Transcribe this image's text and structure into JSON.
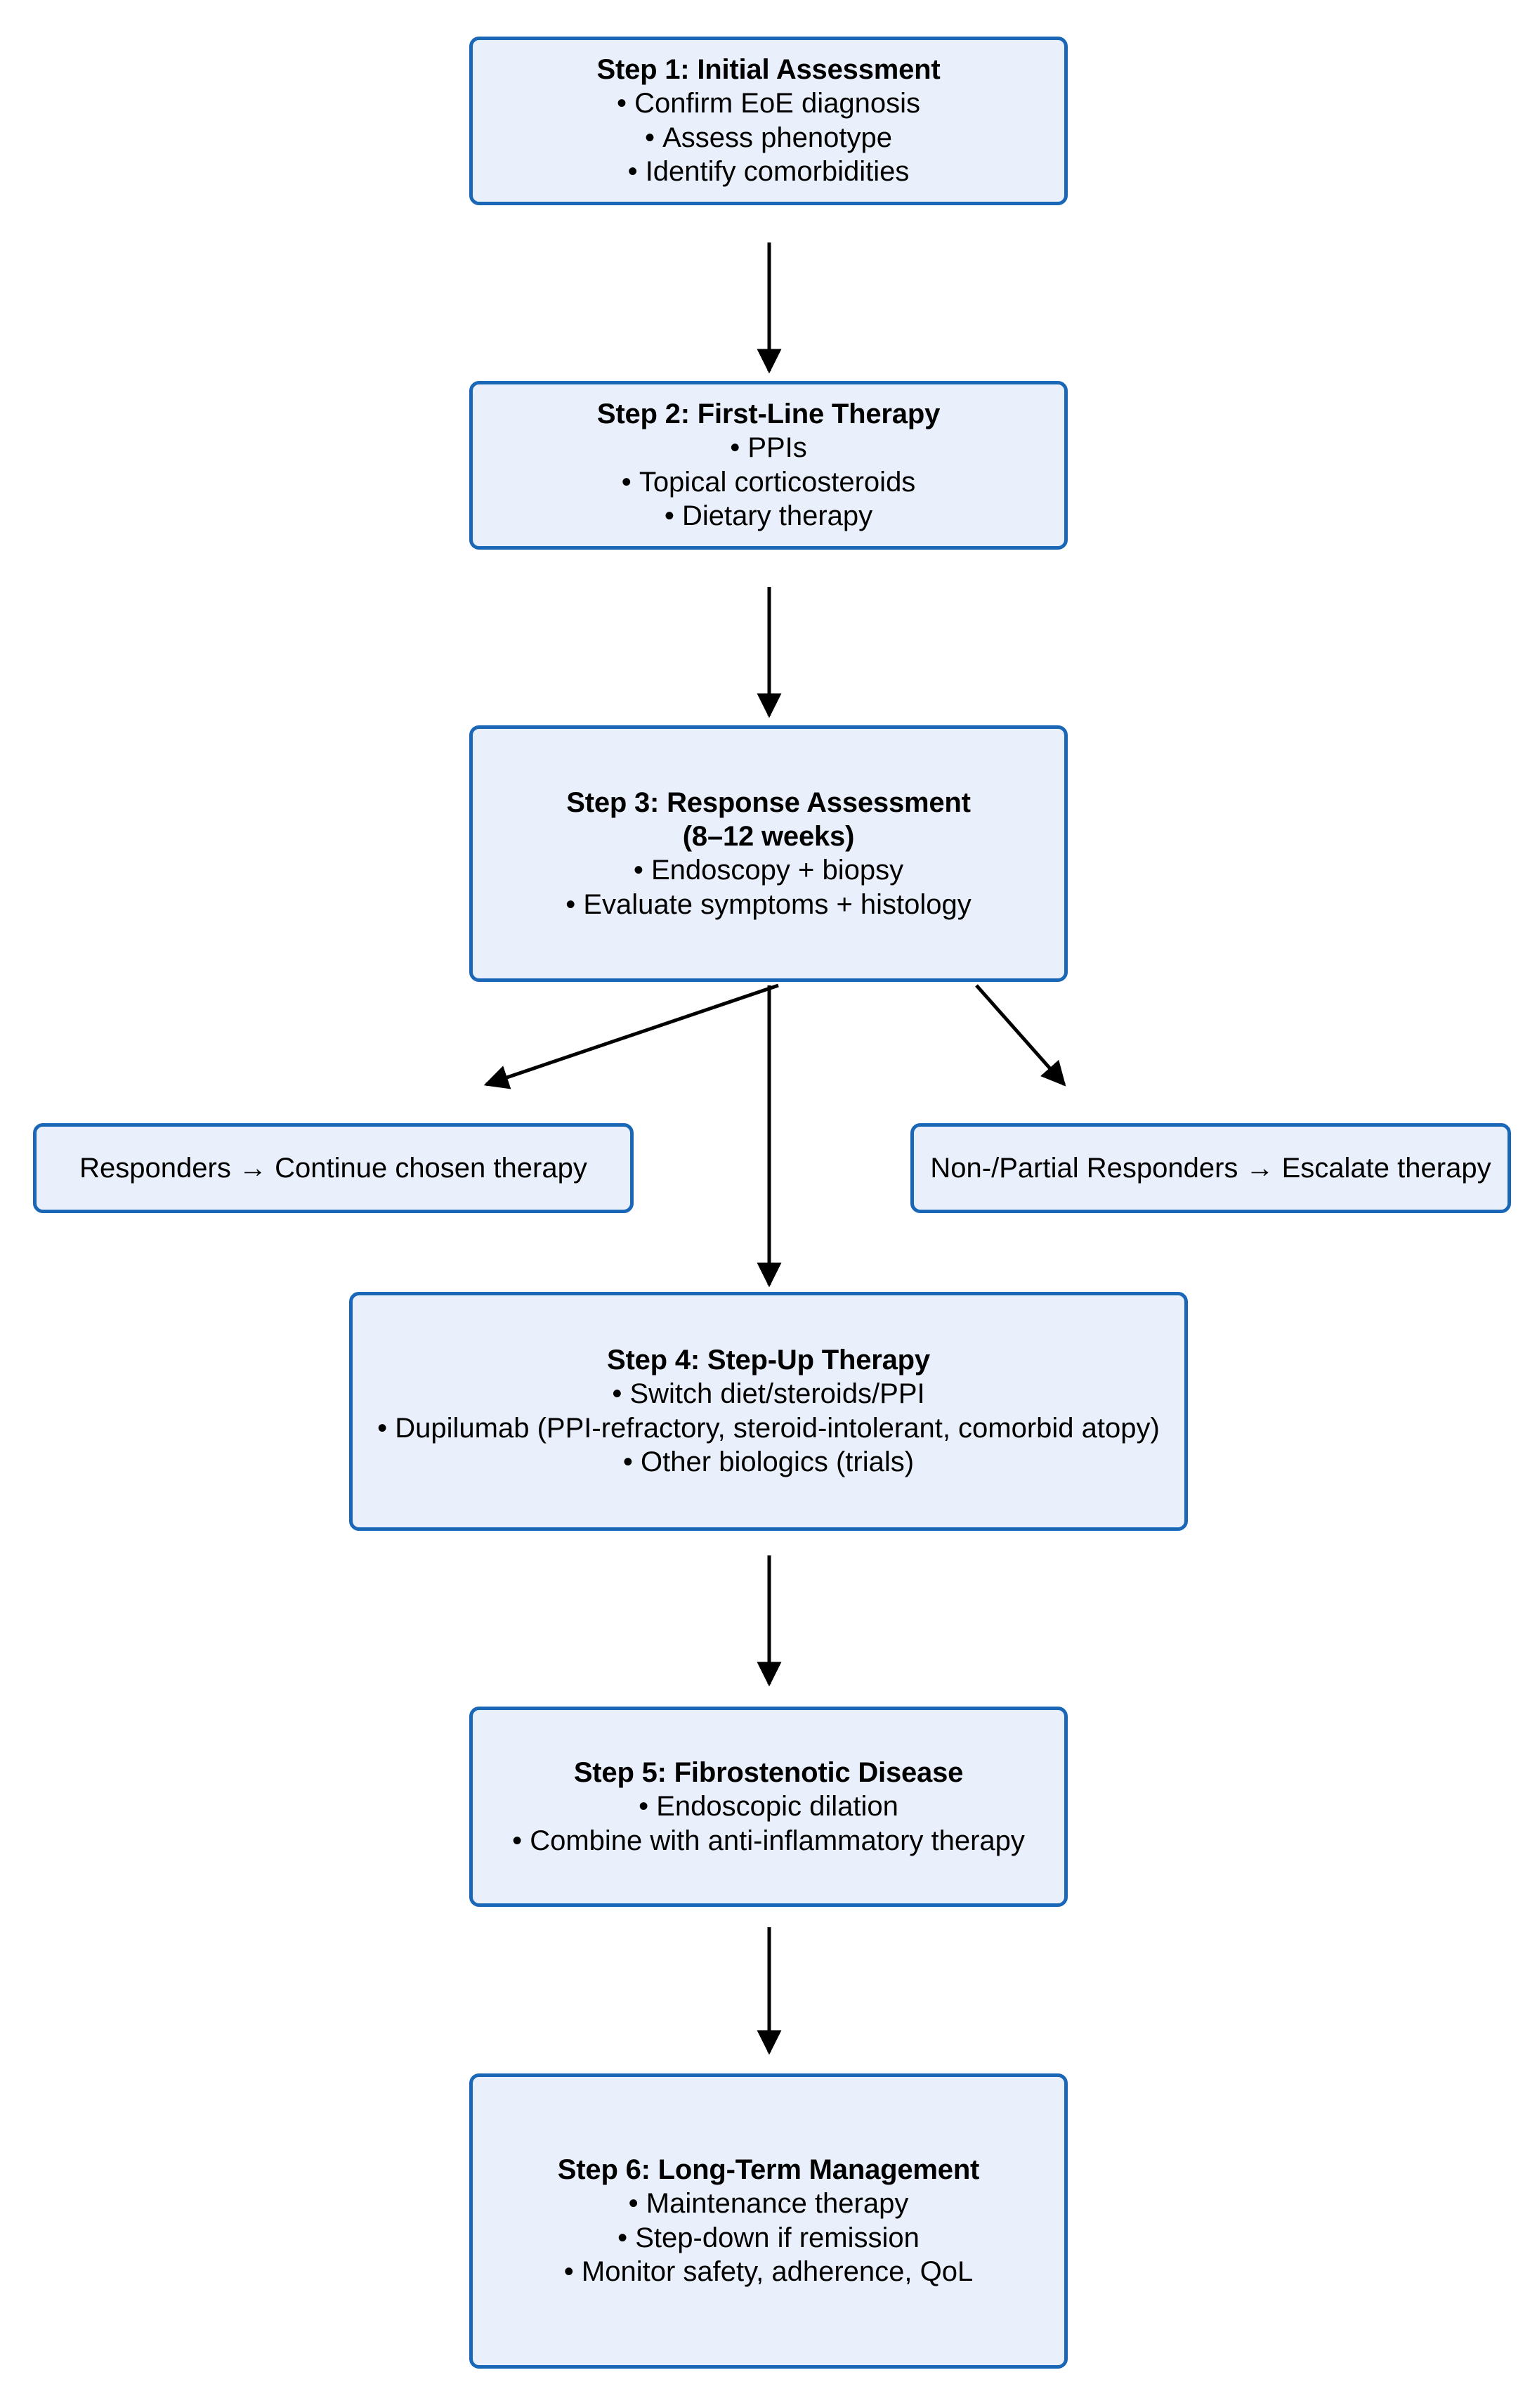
{
  "diagram": {
    "type": "flowchart",
    "orientation": "vertical",
    "accent_border_color": "#1967b6",
    "node_fill_color": "#e9f0fb",
    "connector_color": "#000000",
    "background_color": "#ffffff"
  },
  "nodes": {
    "step1": {
      "title": "Step 1: Initial Assessment",
      "items": [
        "Confirm EoE diagnosis",
        "Assess phenotype",
        "Identify comorbidities"
      ]
    },
    "step2": {
      "title": "Step 2: First-Line Therapy",
      "items": [
        "PPIs",
        "Topical corticosteroids",
        "Dietary therapy"
      ]
    },
    "step3": {
      "title": "Step 3: Response Assessment\n(8–12 weeks)",
      "items": [
        "Endoscopy + biopsy",
        "Evaluate symptoms + histology"
      ]
    },
    "responders": {
      "text": "Responders → Continue chosen therapy"
    },
    "nonresponders": {
      "text": "Non-/Partial Responders → Escalate therapy"
    },
    "step4": {
      "title": "Step 4: Step-Up Therapy",
      "items": [
        "Switch diet/steroids/PPI",
        "Dupilumab (PPI-refractory, steroid-intolerant, comorbid atopy)",
        "Other biologics (trials)"
      ]
    },
    "step5": {
      "title": "Step 5: Fibrostenotic Disease",
      "items": [
        "Endoscopic dilation",
        "Combine with anti-inflammatory therapy"
      ]
    },
    "step6": {
      "title": "Step 6: Long-Term Management",
      "items": [
        "Maintenance therapy",
        "Step-down if remission",
        "Monitor safety, adherence, QoL"
      ]
    }
  },
  "edges": [
    {
      "from": "step1",
      "to": "step2",
      "style": "straight-arrow-down"
    },
    {
      "from": "step2",
      "to": "step3",
      "style": "straight-arrow-down"
    },
    {
      "from": "step3",
      "to": "responders",
      "style": "diagonal-arrow-down-left"
    },
    {
      "from": "step3",
      "to": "nonresponders",
      "style": "diagonal-arrow-down-right"
    },
    {
      "from": "step3",
      "to": "step4",
      "style": "straight-arrow-down"
    },
    {
      "from": "step4",
      "to": "step5",
      "style": "straight-arrow-down"
    },
    {
      "from": "step5",
      "to": "step6",
      "style": "straight-arrow-down"
    }
  ]
}
